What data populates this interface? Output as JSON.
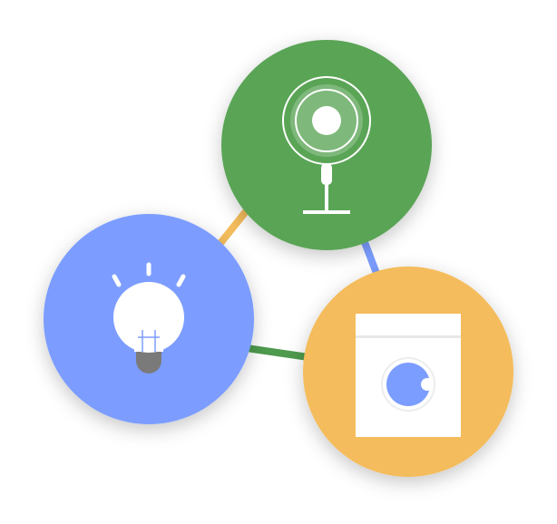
{
  "colors": {
    "background": "#ffffff",
    "fan_circle": "#5AA457",
    "bulb_circle": "#7B9DFF",
    "washer_circle": "#F4BC5C",
    "link_bulb_fan": "#F4BC5C",
    "link_fan_washer": "#7B9DFF",
    "link_bulb_washer": "#4E9A4E",
    "icon_white": "#ffffff",
    "bulb_base": "#7A7A7A"
  },
  "nodes": [
    {
      "id": "fan",
      "icon": "fan-icon"
    },
    {
      "id": "bulb",
      "icon": "lightbulb-icon"
    },
    {
      "id": "washer",
      "icon": "washing-machine-icon"
    }
  ]
}
